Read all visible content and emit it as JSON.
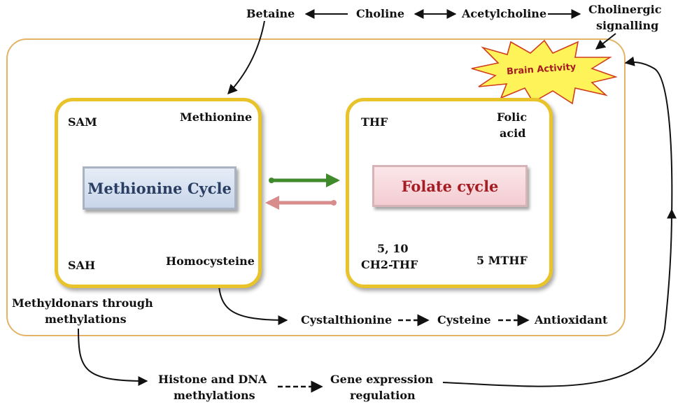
{
  "top": {
    "betaine": "Betaine",
    "choline": "Choline",
    "acetylcholine": "Acetylcholine",
    "cholinergic": "Cholinergic",
    "signalling": "signalling"
  },
  "brain": {
    "label": "Brain Activity"
  },
  "methionine": {
    "title": "Methionine Cycle",
    "sam": "SAM",
    "methionine": "Methionine",
    "sah": "SAH",
    "homocysteine": "Homocysteine"
  },
  "folate": {
    "title": "Folate cycle",
    "thf": "THF",
    "folic1": "Folic",
    "folic2": "acid",
    "ch2a": "5, 10",
    "ch2b": "CH2-THF",
    "mthf": "5 MTHF"
  },
  "lower": {
    "methyldonars1": "Methyldonars through",
    "methyldonars2": "methylations",
    "cystalthionine": "Cystalthionine",
    "cysteine": "Cysteine",
    "antioxidant": "Antioxidant",
    "histone1": "Histone and DNA",
    "histone2": "methylations",
    "gene1": "Gene expression",
    "gene2": "regulation"
  },
  "colors": {
    "frame": "#e8c42a",
    "green_arrow": "#3f8a2a",
    "pink_arrow": "#d98c8c",
    "methionine_text": "#2a3e63",
    "folate_text": "#a51c22",
    "burst_fill": "#fff35a",
    "burst_stroke": "#d13c1c"
  }
}
